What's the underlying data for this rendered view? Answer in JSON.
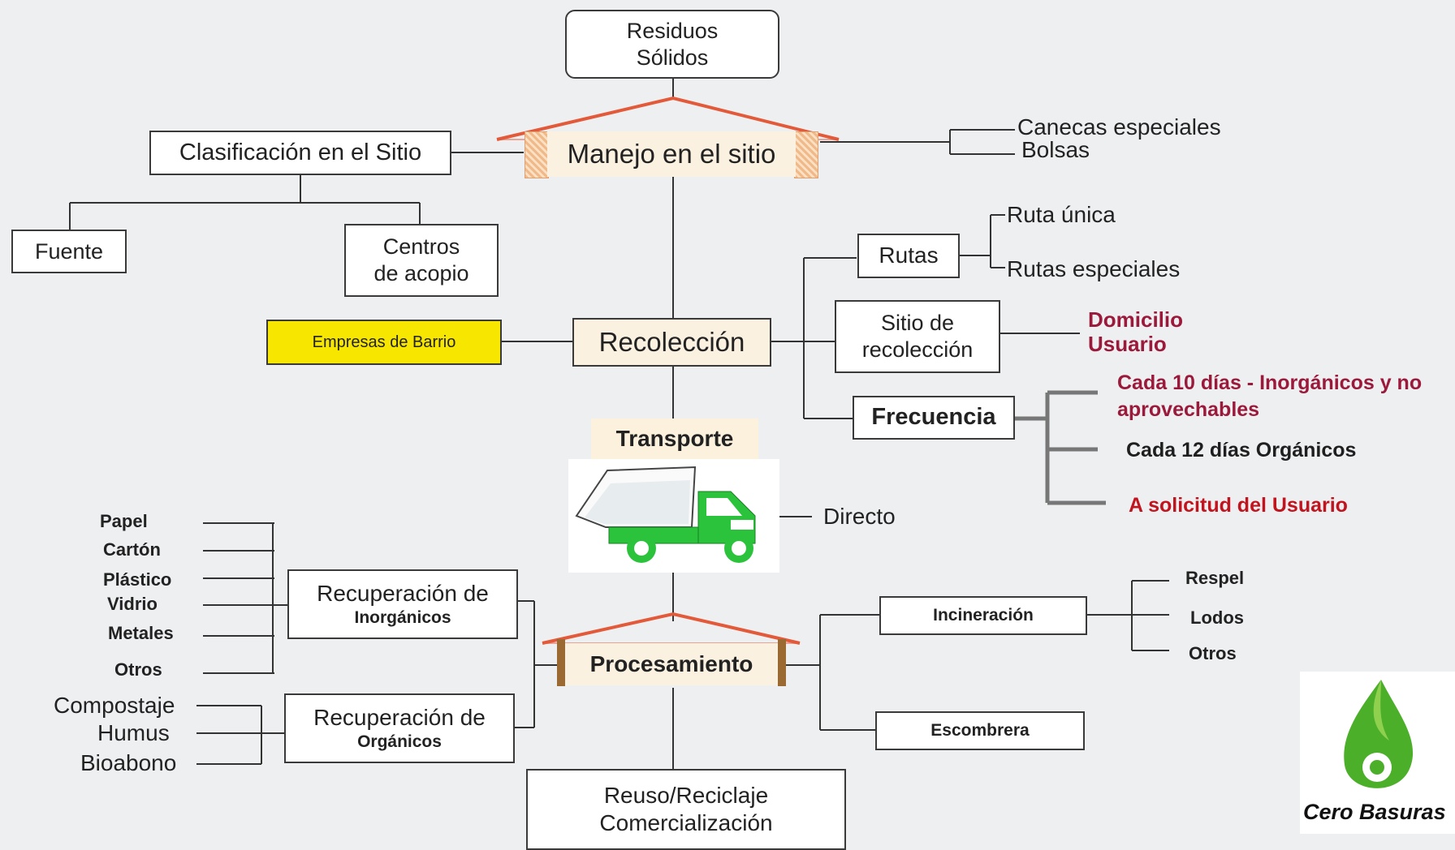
{
  "root": "Residuos\nSólidos",
  "manejo": "Manejo en el sitio",
  "clasificacion": "Clasificación en el Sitio",
  "fuente": "Fuente",
  "centros": "Centros\nde acopio",
  "canecas": "Canecas especiales",
  "bolsas": "Bolsas",
  "rutas": "Rutas",
  "ruta_unica": "Ruta única",
  "rutas_especiales": "Rutas especiales",
  "sitio": "Sitio de\nrecolección",
  "domicilio": "Domicilio\nUsuario",
  "frecuencia": "Frecuencia",
  "freq_items": [
    "Cada 10 días - Inorgánicos y no\naprovechables",
    "Cada 12 días Orgánicos",
    "A solicitud del Usuario"
  ],
  "empresas": "Empresas de Barrio",
  "recoleccion": "Recolección",
  "transporte": "Transporte",
  "directo": "Directo",
  "inorganic_items": [
    "Papel",
    "Cartón",
    "Plástico",
    "Vidrio",
    "Metales",
    "Otros"
  ],
  "rec_inorganicos": {
    "line1": "Recuperación de",
    "line2": "Inorgánicos"
  },
  "organic_items": [
    "Compostaje",
    "Humus",
    "Bioabono"
  ],
  "rec_organicos": {
    "line1": "Recuperación de",
    "line2": "Orgánicos"
  },
  "procesamiento": "Procesamiento",
  "incineracion": "Incineración",
  "incin_items": [
    "Respel",
    "Lodos",
    "Otros"
  ],
  "escombrera": "Escombrera",
  "reuso": "Reuso/Reciclaje\nComercialización",
  "logo_text": "Cero Basuras",
  "colors": {
    "background": "#eeeff1",
    "empresas_fill": "#f7e600",
    "roof": "#e35a3a",
    "accent_red": "#9b1a3b",
    "truck_green": "#2bc33b",
    "logo_green": "#4caf2a"
  }
}
